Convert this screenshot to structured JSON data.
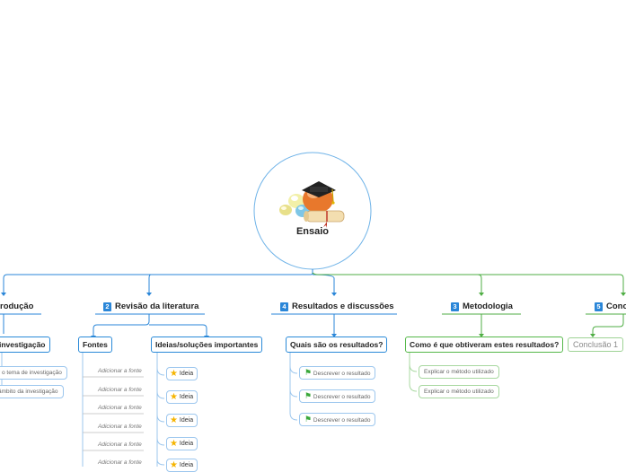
{
  "root": {
    "title": "Ensaio"
  },
  "branches": [
    {
      "number": "",
      "label": "rodução"
    },
    {
      "number": "2",
      "label": "Revisão da literatura"
    },
    {
      "number": "4",
      "label": "Resultados e discussões"
    },
    {
      "number": "3",
      "label": "Metodologia"
    },
    {
      "number": "5",
      "label": "Conc"
    }
  ],
  "intro": {
    "topic": "investigação",
    "items": [
      "r o tema de investigação",
      "âmbito da investigação"
    ]
  },
  "literature": {
    "sources_label": "Fontes",
    "sources": [
      "Adicionar a fonte",
      "Adicionar a fonte",
      "Adicionar a fonte",
      "Adicionar a fonte",
      "Adicionar a fonte",
      "Adicionar a fonte"
    ],
    "ideas_label": "Ideias/soluções importantes",
    "ideas": [
      "Ideia",
      "Ideia",
      "Ideia",
      "Ideia",
      "Ideia"
    ]
  },
  "results": {
    "question": "Quais são os resultados?",
    "items": [
      "Descrever o resultado",
      "Descrever o resultado",
      "Descrever o resultado"
    ]
  },
  "methodology": {
    "question": "Como é que obtiveram estes resultados?",
    "items": [
      "Explicar o método utilizado",
      "Explicar o método utilizado"
    ]
  },
  "conclusion": {
    "items": [
      "Conclusão 1"
    ]
  },
  "colors": {
    "blue": "#2a86d8",
    "green": "#4fae44",
    "star": "#f5b400",
    "flag": "#3aa83a"
  }
}
